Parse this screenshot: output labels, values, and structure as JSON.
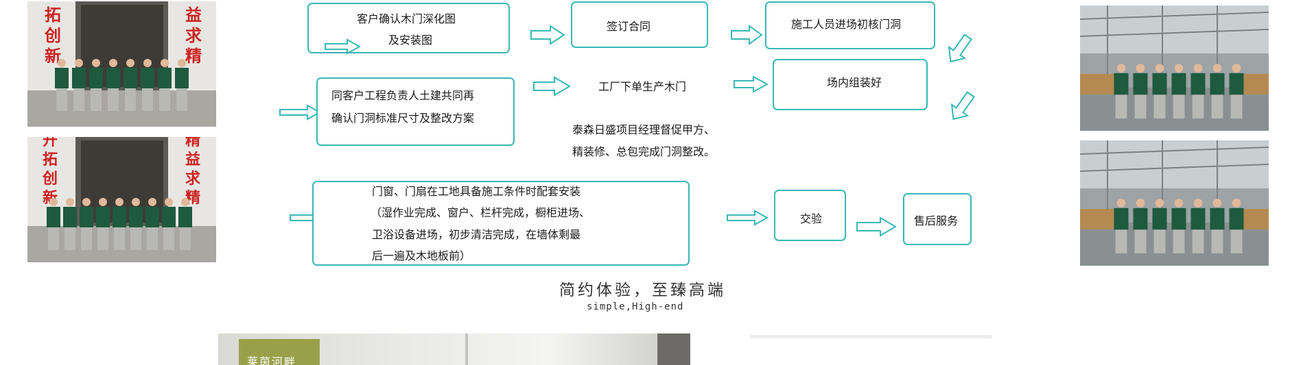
{
  "accent_color": "#36b8b5",
  "photos": {
    "left_top": {
      "banner_left": "拓创新",
      "banner_right": "益求精",
      "people": 8
    },
    "left_bottom": {
      "banner_left": "开拓创新",
      "banner_right": "精益求精",
      "people": 9
    },
    "right_top": {
      "people": 7
    },
    "right_bottom": {
      "people": 7
    }
  },
  "flow": {
    "step1": "客户确认木门深化图",
    "step1b": "及安装图",
    "step2": "签订合同",
    "step3": "施工人员进场初核门洞",
    "step4a": "同客户工程负责人土建共同再",
    "step4b": "确认门洞标准尺寸及整改方案",
    "step5": "工厂下单生产木门",
    "step6": "场内组装好",
    "note_a": "泰森日盛项目经理督促甲方、",
    "note_b": "精装修、总包完成门洞整改。",
    "step7a": "门窗、门扇在工地具备施工条件时配套安装",
    "step7b": "（湿作业完成、窗户、栏杆完成，橱柜进场、",
    "step7c": "卫浴设备进场，初步清洁完成，在墙体剩最",
    "step7d": "后一遍及木地板前）",
    "step8": "交验",
    "step9": "售后服务"
  },
  "slogan": {
    "cn": "简约体验，至臻高端",
    "en": "simple,High-end"
  },
  "bottom_banner_label": "莱茵河畔"
}
